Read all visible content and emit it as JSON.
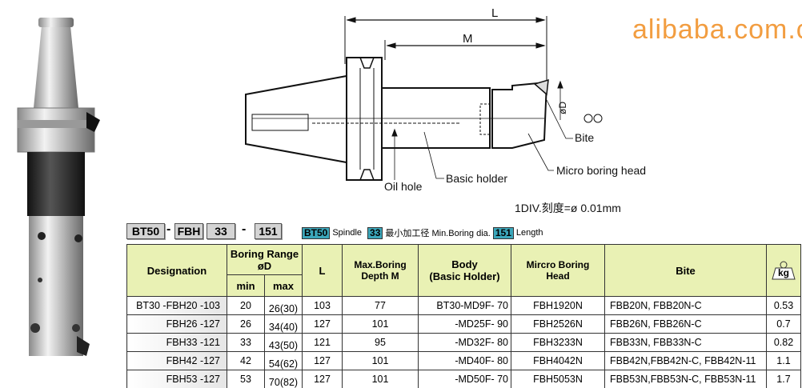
{
  "code_boxes": {
    "spindle": "BT50",
    "series": "FBH",
    "min_dia": "33",
    "length": "151",
    "dash": "-"
  },
  "legend": {
    "spindle_chip": "BT50",
    "spindle_label": "Spindle",
    "dia_chip": "33",
    "dia_label": "最小加工径 Min.Boring dia.",
    "length_chip": "151",
    "length_label": "Length"
  },
  "drawing": {
    "dim_L": "L",
    "dim_M": "M",
    "dim_D": "øD",
    "oil_hole": "Oil hole",
    "basic_holder": "Basic holder",
    "micro_boring_head": "Micro boring head",
    "bite": "Bite",
    "division_note": "1DIV.刻度=ø 0.01mm"
  },
  "table": {
    "headers": {
      "designation": "Designation",
      "boring_range": "Boring Range",
      "boring_range_sub": "øD",
      "min": "min",
      "max": "max",
      "L": "L",
      "max_depth": "Max.Boring",
      "max_depth_sub": "Depth  M",
      "body": "Body",
      "body_sub": "(Basic Holder)",
      "micro": "Mircro Boring",
      "micro_sub": "Head",
      "bite": "Bite",
      "weight": "kg"
    },
    "rows": [
      {
        "designation": "BT30 -FBH20 -103",
        "min": "20",
        "max": "26(30)",
        "L": "103",
        "M": "77",
        "body": "BT30-MD9F- 70",
        "head": "FBH1920N",
        "bite": "FBB20N, FBB20N-C",
        "kg": "0.53"
      },
      {
        "designation": "FBH26 -127",
        "min": "26",
        "max": "34(40)",
        "L": "127",
        "M": "101",
        "body": "-MD25F- 90",
        "head": "FBH2526N",
        "bite": "FBB26N, FBB26N-C",
        "kg": "0.7"
      },
      {
        "designation": "FBH33 -121",
        "min": "33",
        "max": "43(50)",
        "L": "121",
        "M": "95",
        "body": "-MD32F- 80",
        "head": "FBH3233N",
        "bite": "FBB33N, FBB33N-C",
        "kg": "0.82"
      },
      {
        "designation": "FBH42 -127",
        "min": "42",
        "max": "54(62)",
        "L": "127",
        "M": "101",
        "body": "-MD40F- 80",
        "head": "FBH4042N",
        "bite": "FBB42N,FBB42N-C, FBB42N-11",
        "kg": "1.1"
      },
      {
        "designation": "FBH53 -127",
        "min": "53",
        "max": "70(82)",
        "L": "127",
        "M": "101",
        "body": "-MD50F- 70",
        "head": "FBH5053N",
        "bite": "FBB53N,FBB53N-C, FBB53N-11",
        "kg": "1.7"
      }
    ]
  },
  "watermark": "alibaba.com.cn"
}
